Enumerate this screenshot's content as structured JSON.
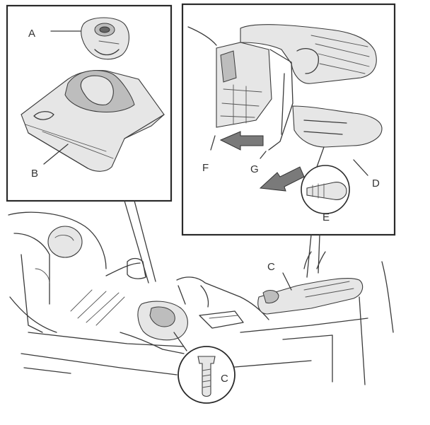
{
  "callouts": {
    "a": "A",
    "b": "B",
    "c_top": "C",
    "c_bottom": "C",
    "d": "D",
    "e": "E",
    "f": "F",
    "g": "G"
  }
}
